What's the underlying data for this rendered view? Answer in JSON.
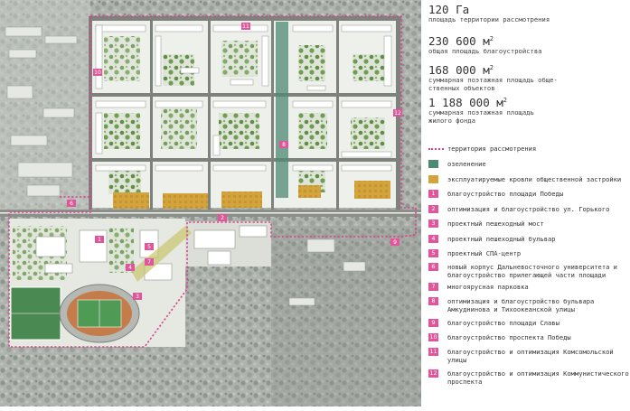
{
  "stats": [
    {
      "number": "120 Га",
      "sup": "",
      "label": "площадь территории рассмотрения"
    },
    {
      "number": "230 600 м",
      "sup": "2",
      "label": "общая площадь благоустройства"
    },
    {
      "number": "168 000 м",
      "sup": "2",
      "label": "суммарная поэтажная площадь обще-ственных объектов"
    },
    {
      "number": "1 188 000 м",
      "sup": "2",
      "label": "суммарная поэтажная площадь жилого фонда"
    }
  ],
  "legend": {
    "boundary_label": "территория рассмотрения",
    "greenery_label": "озеленение",
    "roofs_label": "эксплуатируемые кровли общественной застройки",
    "items": [
      {
        "n": "1",
        "label": "благоустройство площади Победы"
      },
      {
        "n": "2",
        "label": "оптимизация и благоустройство ул. Горького"
      },
      {
        "n": "3",
        "label": "проектный пешеходный мост"
      },
      {
        "n": "4",
        "label": "проектный пешеходный бульвар"
      },
      {
        "n": "5",
        "label": "проектный СПА-центр"
      },
      {
        "n": "6",
        "label": "новый корпус Дальневосточного университета и благоустройство прилегающей части площади"
      },
      {
        "n": "7",
        "label": "многоярусная парковка"
      },
      {
        "n": "8",
        "label": "оптимизация и благоустройство бульвара Амкуднинова и Тихоокеанской улицы"
      },
      {
        "n": "9",
        "label": "благоустройство площади Славы"
      },
      {
        "n": "10",
        "label": "благоустройство проспекта Победы"
      },
      {
        "n": "11",
        "label": "благоустройство и оптимизация Комсомольской улицы"
      },
      {
        "n": "12",
        "label": "благоустройство и оптимизация Коммунистического проспекта"
      }
    ]
  },
  "colors": {
    "boundary": "#d8418d",
    "greenery": "#4d8a73",
    "roofs": "#d4a43c",
    "marker": "#e0569b"
  },
  "map": {
    "markers": [
      "1",
      "2",
      "3",
      "4",
      "5",
      "6",
      "7",
      "8",
      "9",
      "10",
      "11",
      "12"
    ]
  }
}
